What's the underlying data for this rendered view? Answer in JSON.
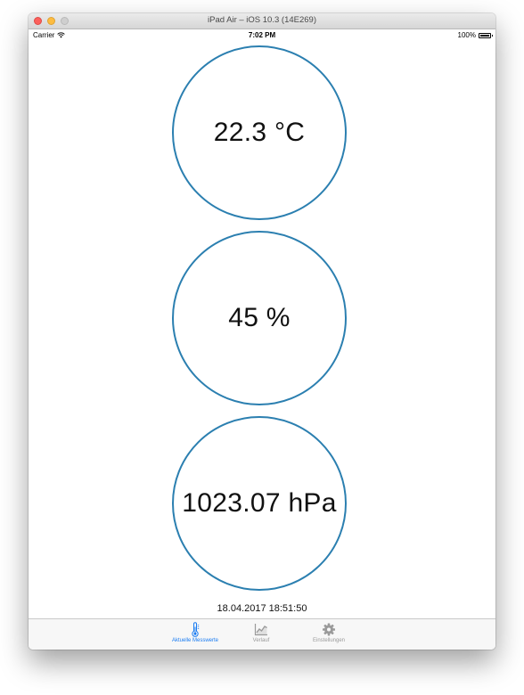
{
  "window": {
    "title": "iPad Air – iOS 10.3 (14E269)"
  },
  "status_bar": {
    "carrier": "Carrier",
    "time": "7:02 PM",
    "battery": "100%"
  },
  "readings": {
    "temperature": "22.3 °C",
    "humidity": "45 %",
    "pressure": "1023.07 hPa"
  },
  "timestamp": "18.04.2017 18:51:50",
  "tabs": [
    {
      "label": "Aktuelle Messwerte",
      "icon": "thermometer-icon",
      "active": true
    },
    {
      "label": "Verlauf",
      "icon": "line-chart-icon",
      "active": false
    },
    {
      "label": "Einstellungen",
      "icon": "gear-icon",
      "active": false
    }
  ],
  "colors": {
    "gauge_ring": "#2b7fb0",
    "tab_active": "#1a7cf2",
    "tab_inactive": "#9a9a9a"
  }
}
